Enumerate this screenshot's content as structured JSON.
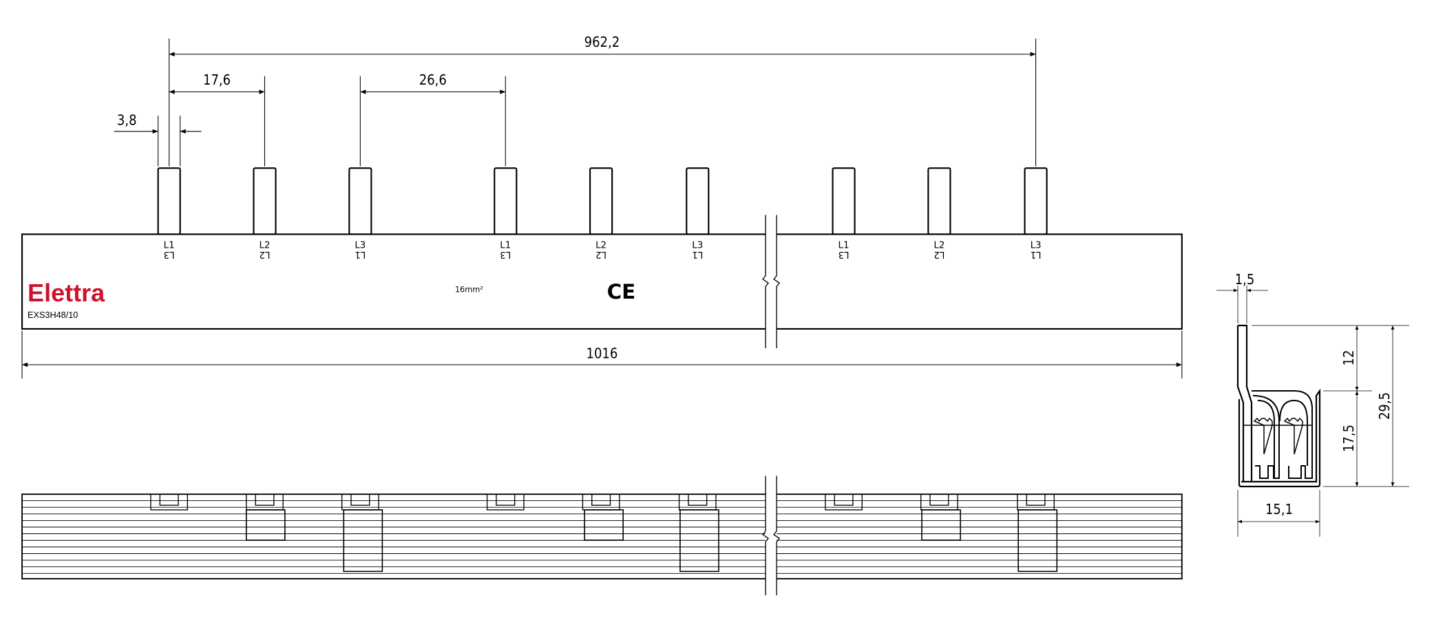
{
  "drawing": {
    "brand": "Elettra",
    "part_number": "EXS3H48/10",
    "cross_section": "16mm²",
    "ce_mark": "CE",
    "brand_color": "#d0112b"
  },
  "phase_labels": {
    "top": [
      "L1",
      "L2",
      "L3",
      "L1",
      "L2",
      "L3",
      "L1",
      "L2",
      "L3"
    ],
    "bottom_inverted": [
      "L3",
      "L2",
      "L1",
      "L3",
      "L2",
      "L1",
      "L3",
      "L2",
      "L1"
    ]
  },
  "dimensions": {
    "pin_span": "962,2",
    "pin_pitch": "17,6",
    "group_gap": "26,6",
    "pin_width": "3,8",
    "total_length": "1016",
    "strip_thickness": "1,5",
    "pin_height": "12",
    "body_height": "17,5",
    "total_height": "29,5",
    "body_width": "15,1"
  }
}
